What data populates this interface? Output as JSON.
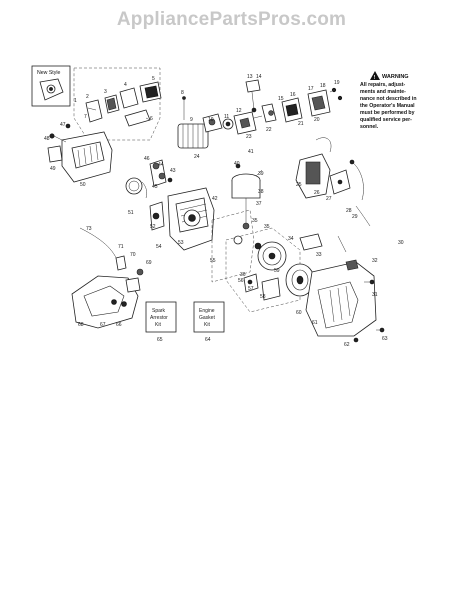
{
  "site_title": "AppliancePartsPros.com",
  "new_style_label": "New Style",
  "warning": {
    "heading": "WARNING",
    "lines": [
      "All repairs, adjust-",
      "ments and mainte-",
      "nance not described in",
      "the Operator's Manual",
      "must be performed by",
      "qualified service per-",
      "sonnel."
    ]
  },
  "kits": [
    {
      "lines": [
        "Spark",
        "Arrestor",
        "Kit"
      ],
      "number": "65"
    },
    {
      "lines": [
        "Engine",
        "Gasket",
        "Kit"
      ],
      "number": "64"
    }
  ],
  "callouts": [
    "1",
    "2",
    "3",
    "4",
    "5",
    "6",
    "7",
    "8",
    "9",
    "10",
    "11",
    "12",
    "13",
    "14",
    "15",
    "16",
    "17",
    "18",
    "19",
    "20",
    "21",
    "22",
    "23",
    "24",
    "25",
    "26",
    "27",
    "28",
    "29",
    "30",
    "31",
    "32",
    "33",
    "34",
    "35",
    "36",
    "37",
    "38",
    "39",
    "40",
    "41",
    "42",
    "43",
    "44",
    "45",
    "46",
    "47",
    "48",
    "49",
    "50",
    "51",
    "52",
    "53",
    "54",
    "55",
    "56",
    "57",
    "58",
    "59",
    "60",
    "61",
    "62",
    "63",
    "66",
    "67",
    "68",
    "69",
    "70",
    "71",
    "73"
  ]
}
